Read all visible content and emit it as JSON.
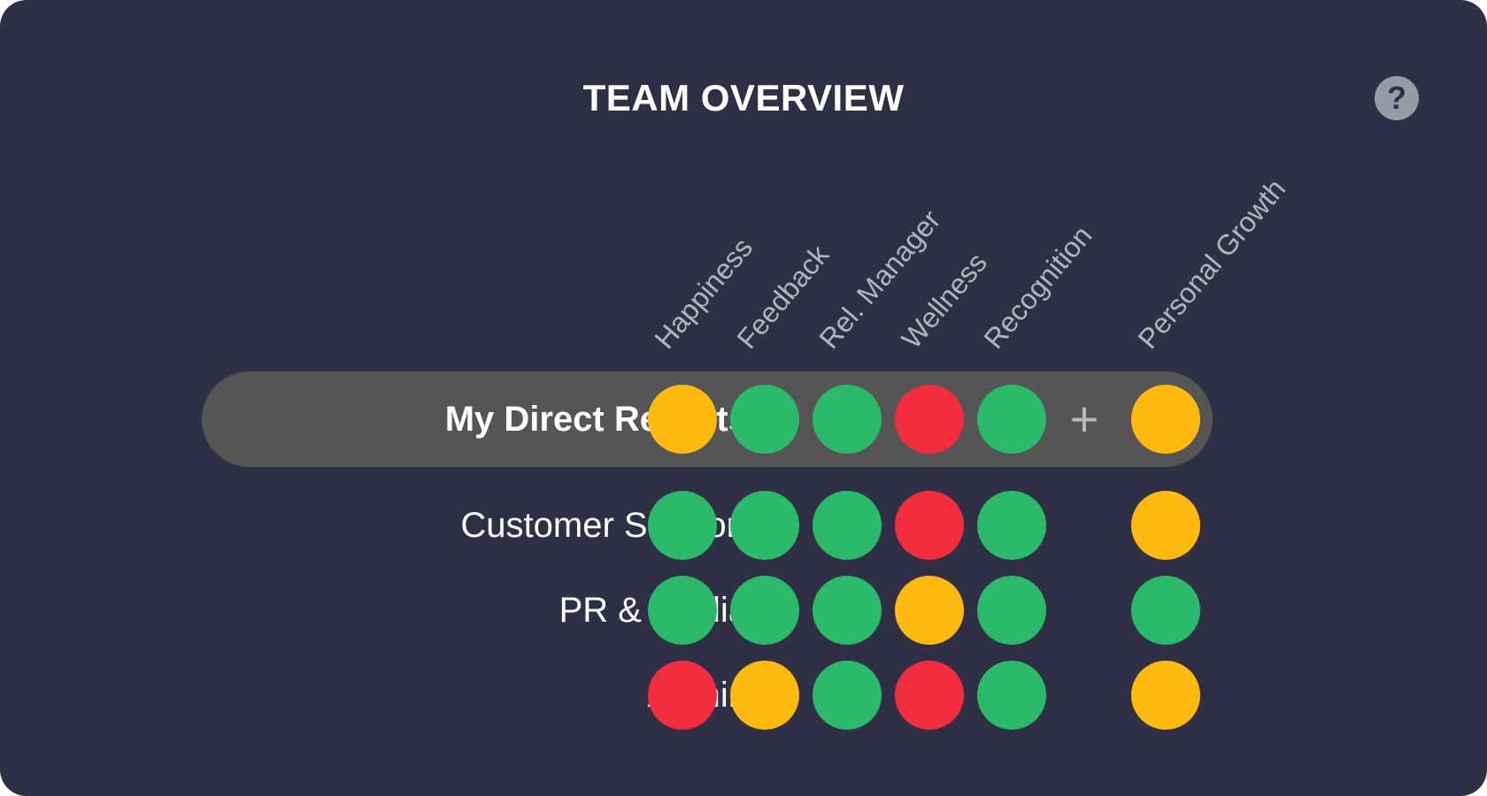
{
  "title": "TEAM OVERVIEW",
  "help_label": "?",
  "colors": {
    "green": "#2aba6a",
    "yellow": "#ffb90f",
    "red": "#f22e3e",
    "background": "#2f2f45",
    "highlight_row": "#555555"
  },
  "columns": [
    "Happiness",
    "Feedback",
    "Rel. Manager",
    "Wellness",
    "Recognition",
    "Personal Growth"
  ],
  "add_label": "+",
  "rows": [
    {
      "label": "My Direct Reports",
      "highlight": true,
      "statuses": [
        "yellow",
        "green",
        "green",
        "red",
        "green",
        "yellow"
      ]
    },
    {
      "label": "Customer Support",
      "highlight": false,
      "statuses": [
        "green",
        "green",
        "green",
        "red",
        "green",
        "yellow"
      ]
    },
    {
      "label": "PR & Media",
      "highlight": false,
      "statuses": [
        "green",
        "green",
        "green",
        "yellow",
        "green",
        "green"
      ]
    },
    {
      "label": "Admin",
      "highlight": false,
      "statuses": [
        "red",
        "yellow",
        "green",
        "red",
        "green",
        "yellow"
      ]
    }
  ]
}
